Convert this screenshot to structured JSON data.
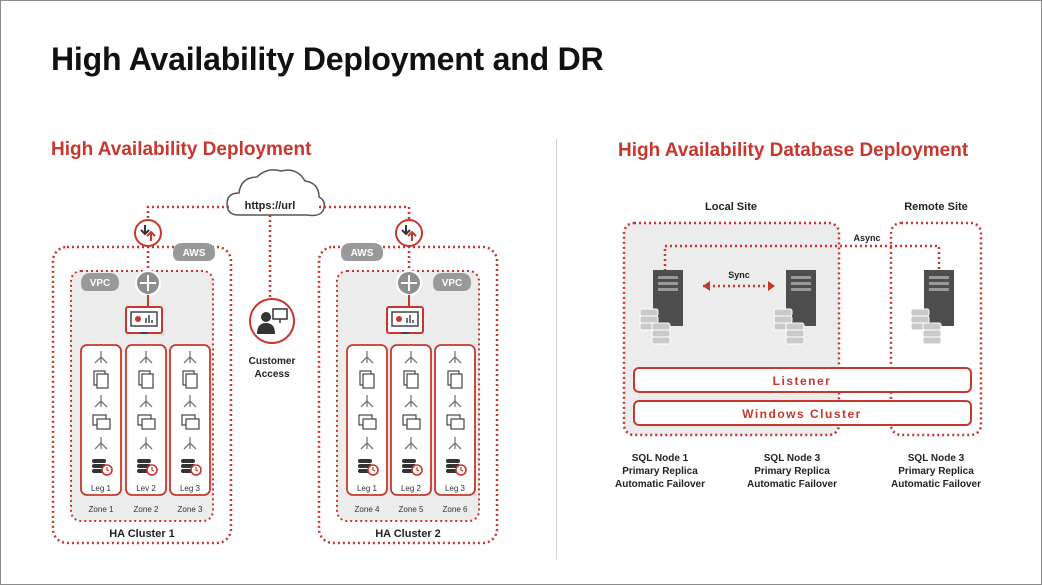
{
  "slide": {
    "title": "High Availability Deployment and DR",
    "left_heading": "High Availability Deployment",
    "right_heading": "High Availability Database Deployment"
  },
  "left": {
    "cloud_url": "https://url",
    "aws": "AWS",
    "vpc": "VPC",
    "customer_access": [
      "Customer",
      "Access"
    ],
    "cluster1": {
      "label": "HA Cluster 1",
      "legs": [
        "Leg 1",
        "Lev 2",
        "Leg 3"
      ],
      "zones": [
        "Zone 1",
        "Zone 2",
        "Zone 3"
      ]
    },
    "cluster2": {
      "label": "HA Cluster 2",
      "legs": [
        "Leg 1",
        "Leg 2",
        "Leg 3"
      ],
      "zones": [
        "Zone 4",
        "Zone 5",
        "Zone 6"
      ]
    }
  },
  "right": {
    "local_site": "Local Site",
    "remote_site": "Remote Site",
    "sync": "Sync",
    "async": "Async",
    "listener": "Listener",
    "windows_cluster": "Windows Cluster",
    "nodes": [
      {
        "name": "SQL Node 1",
        "role": "Primary Replica",
        "failover": "Automatic Failover"
      },
      {
        "name": "SQL Node 3",
        "role": "Primary Replica",
        "failover": "Automatic Failover"
      },
      {
        "name": "SQL Node 3",
        "role": "Primary Replica",
        "failover": "Automatic Failover"
      }
    ]
  },
  "colors": {
    "accent": "#c8372d",
    "panel": "#ebebeb",
    "server": "#4d4d4d"
  }
}
